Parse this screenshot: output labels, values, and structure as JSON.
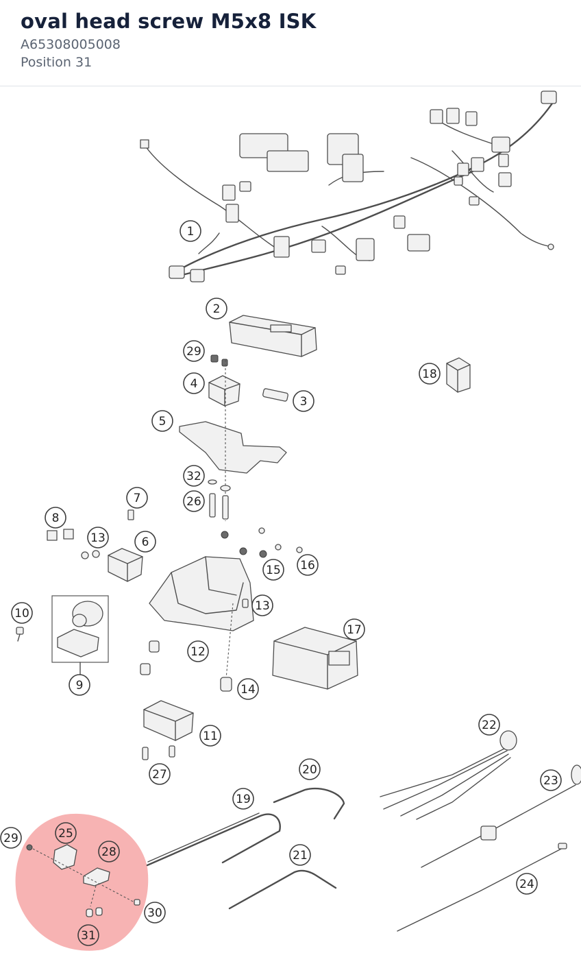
{
  "header": {
    "title": "oval head screw M5x8 ISK",
    "part_number": "A65308005008",
    "position": "Position 31"
  },
  "diagram": {
    "highlight_color": "#f28b8b",
    "selected_position": "31",
    "callouts": [
      "1",
      "2",
      "29",
      "4",
      "3",
      "18",
      "5",
      "32",
      "26",
      "7",
      "8",
      "13",
      "6",
      "15",
      "16",
      "10",
      "13",
      "17",
      "12",
      "9",
      "14",
      "11",
      "22",
      "27",
      "20",
      "19",
      "23",
      "29",
      "25",
      "28",
      "21",
      "24",
      "30",
      "31"
    ]
  }
}
